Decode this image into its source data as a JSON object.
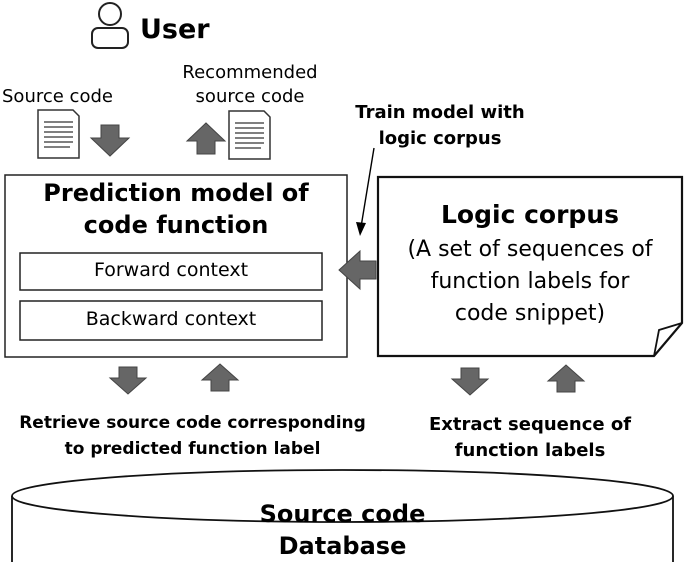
{
  "user": {
    "label": "User"
  },
  "source_code_label": "Source code",
  "recommended_label_line1": "Recommended",
  "recommended_label_line2": "source code",
  "train_label_line1": "Train model with",
  "train_label_line2": "logic corpus",
  "prediction_model": {
    "title_line1": "Prediction model of",
    "title_line2": "code function",
    "forward": "Forward context",
    "backward": "Backward context"
  },
  "logic_corpus": {
    "title": "Logic corpus",
    "desc_line1": "(A set of sequences of",
    "desc_line2": "function labels for",
    "desc_line3": "code snippet)"
  },
  "retrieve_line1": "Retrieve source code corresponding",
  "retrieve_line2": "to predicted function label",
  "extract_line1": "Extract sequence of",
  "extract_line2": "function labels",
  "database_line1": "Source code",
  "database_line2": "Database"
}
